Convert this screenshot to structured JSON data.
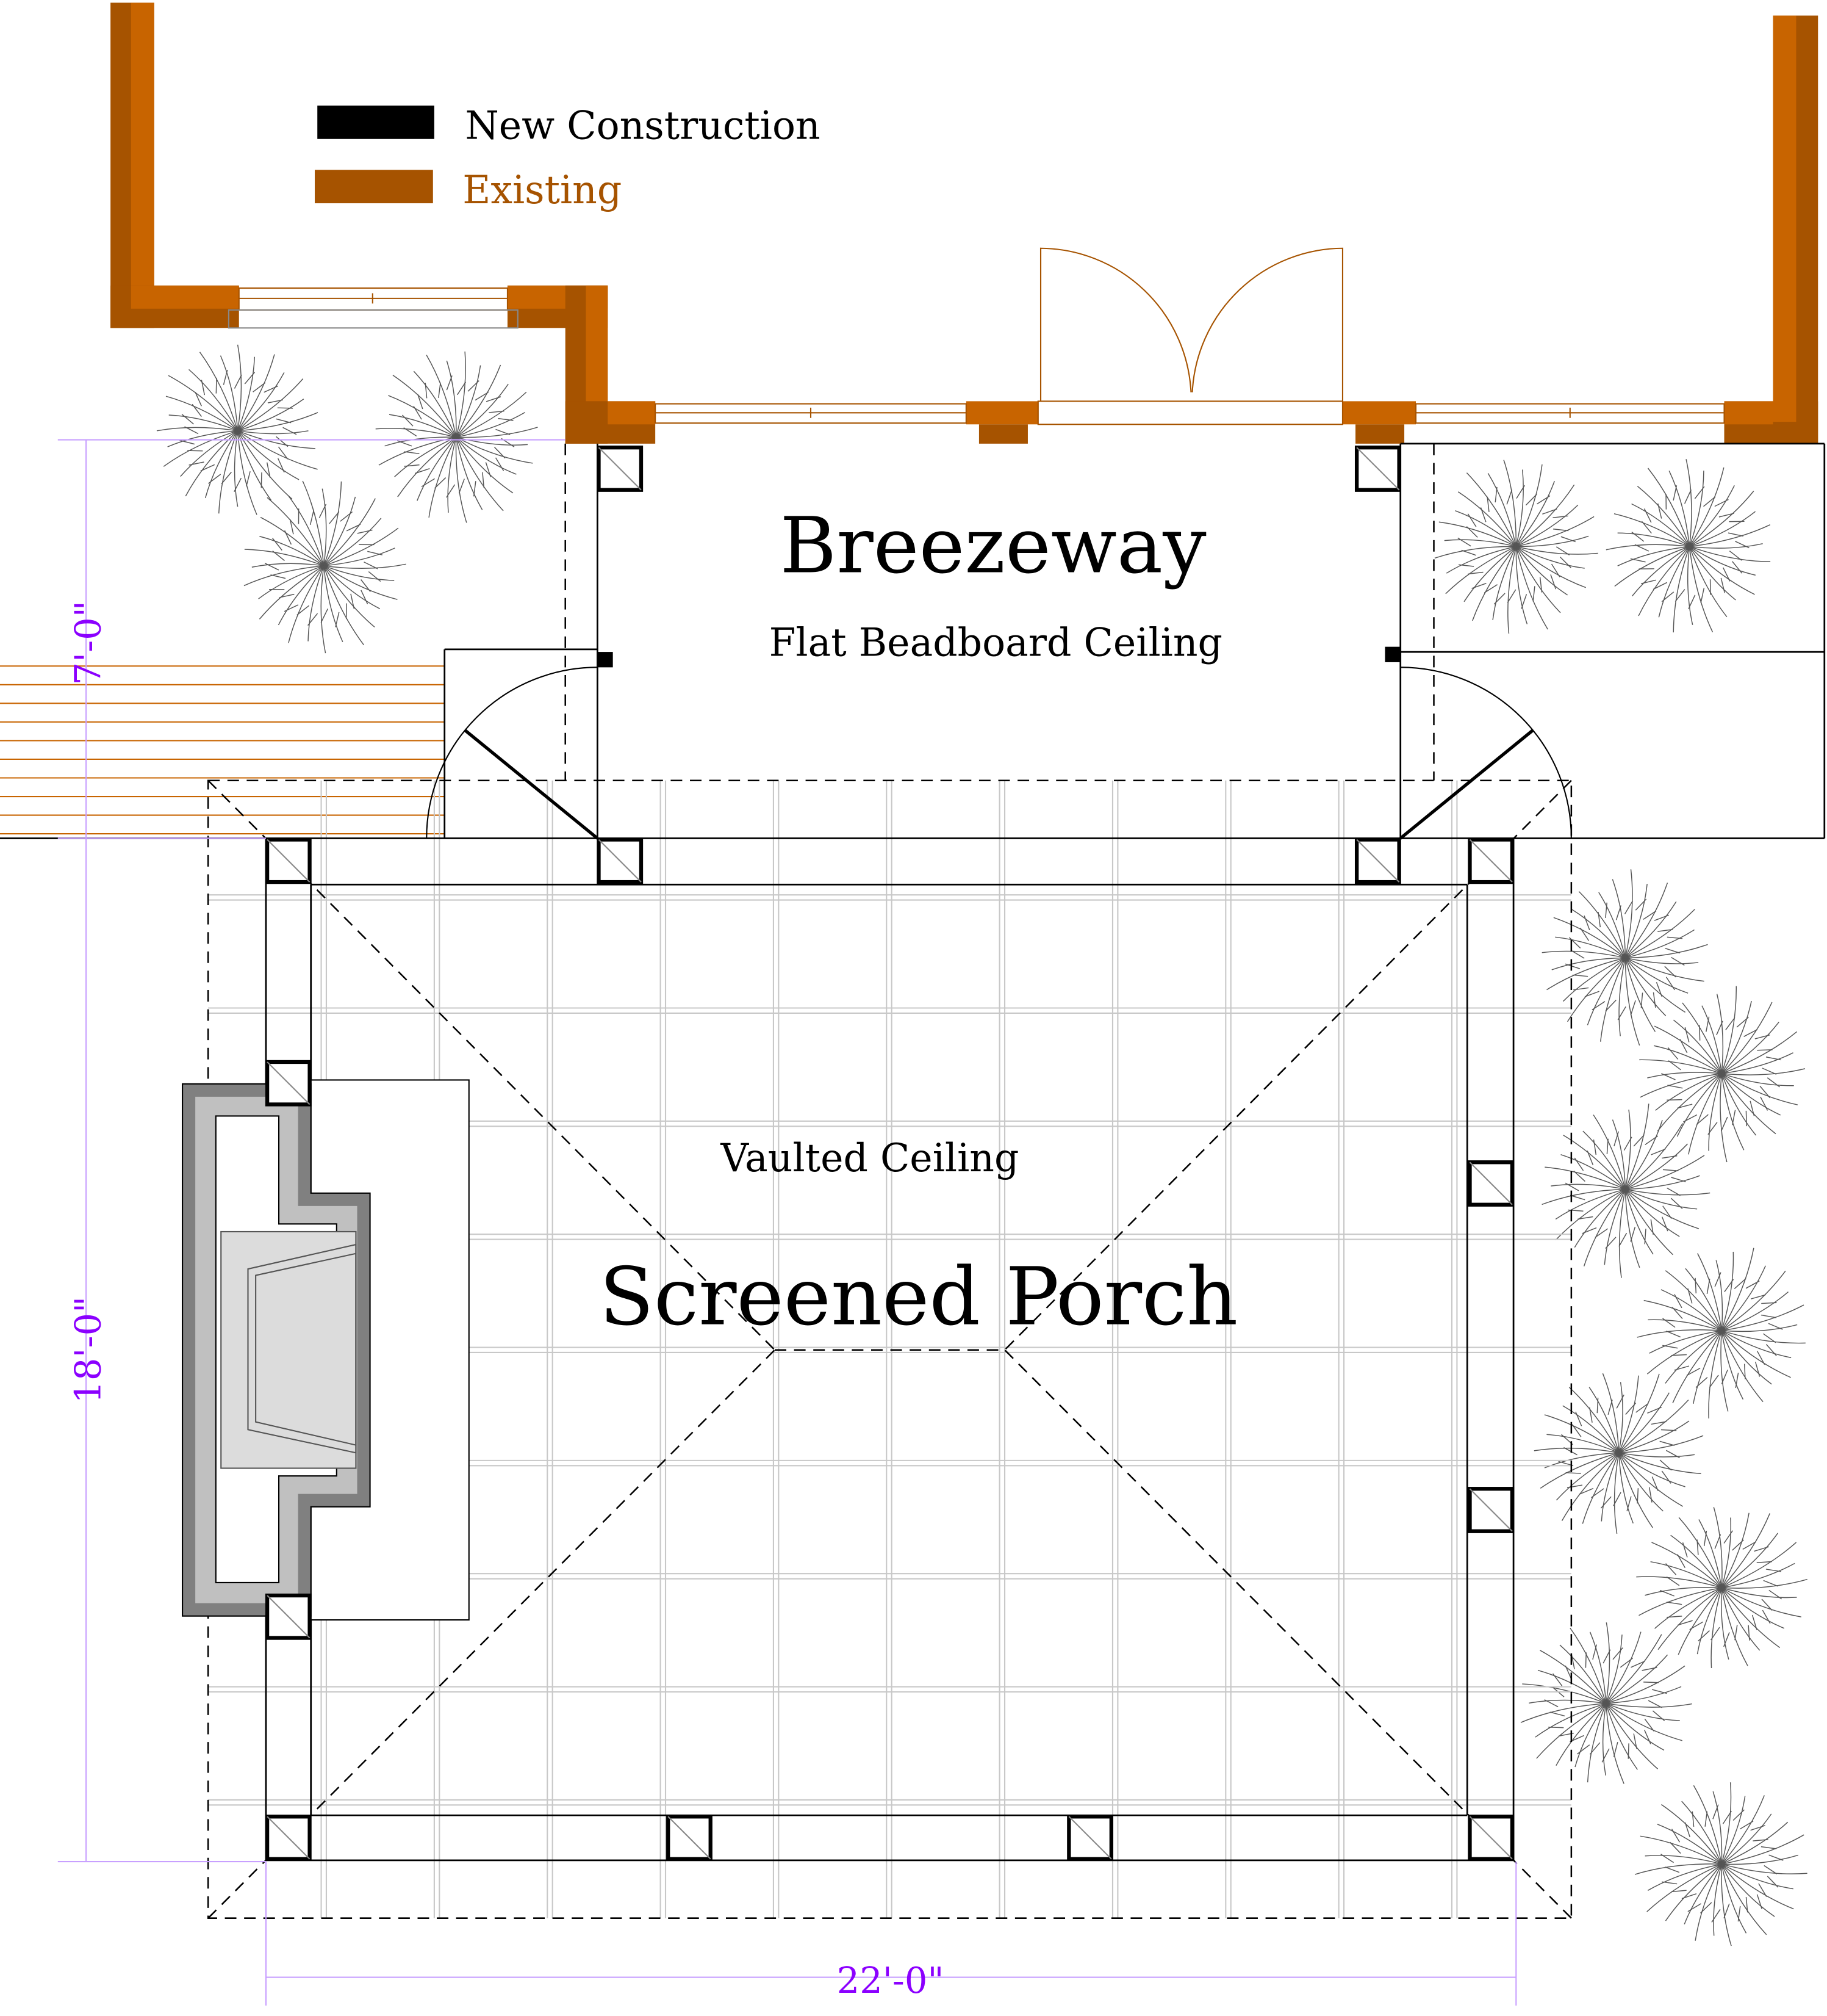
{
  "legend": {
    "new_label": "New Construction",
    "existing_label": "Existing"
  },
  "rooms": {
    "breezeway": {
      "name": "Breezeway",
      "ceiling": "Flat Beadboard Ceiling"
    },
    "porch": {
      "name": "Screened Porch",
      "ceiling": "Vaulted Ceiling"
    }
  },
  "dimensions": {
    "breezeway_depth": "7'-0\"",
    "porch_depth": "18'-0\"",
    "porch_width": "22'-0\""
  },
  "colors": {
    "existing_outer": "#C86400",
    "existing_inner": "#A65300",
    "new": "#000000",
    "dimension": "#8B00FF",
    "fireplace_dark": "#808080",
    "fireplace_light": "#C0C0C0"
  }
}
